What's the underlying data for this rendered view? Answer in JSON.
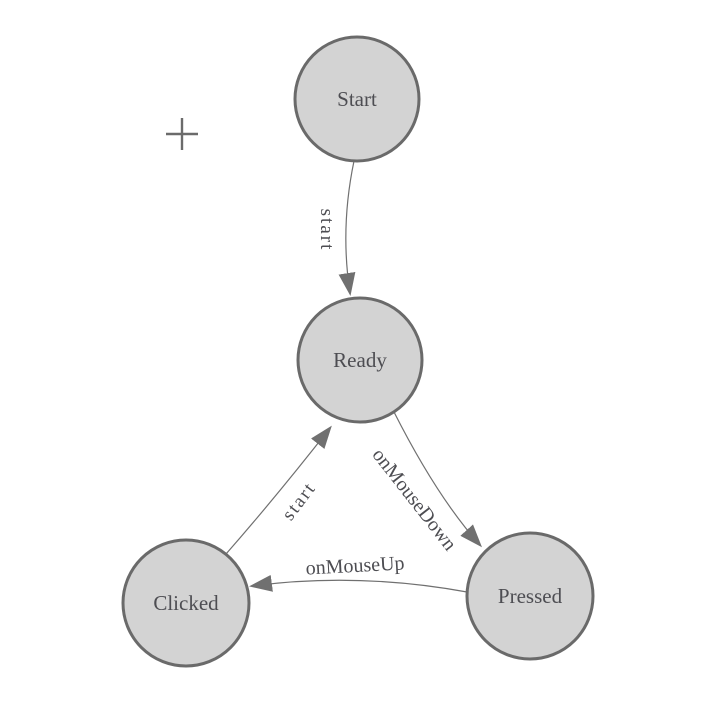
{
  "canvas": {
    "background": "#ffffff"
  },
  "colors": {
    "node_fill": "#d3d3d3",
    "node_border": "#6a6a6a",
    "edge": "#707070",
    "label_text": "#4d4d52",
    "plus": "#6b6b6b"
  },
  "diagram": {
    "type": "state-machine",
    "nodes": [
      {
        "id": "Start",
        "label": "Start"
      },
      {
        "id": "Ready",
        "label": "Ready"
      },
      {
        "id": "Clicked",
        "label": "Clicked"
      },
      {
        "id": "Pressed",
        "label": "Pressed"
      }
    ],
    "edges": [
      {
        "from": "Start",
        "to": "Ready",
        "label": "start"
      },
      {
        "from": "Clicked",
        "to": "Ready",
        "label": "start"
      },
      {
        "from": "Ready",
        "to": "Pressed",
        "label": "onMouseDown"
      },
      {
        "from": "Pressed",
        "to": "Clicked",
        "label": "onMouseUp"
      }
    ]
  }
}
